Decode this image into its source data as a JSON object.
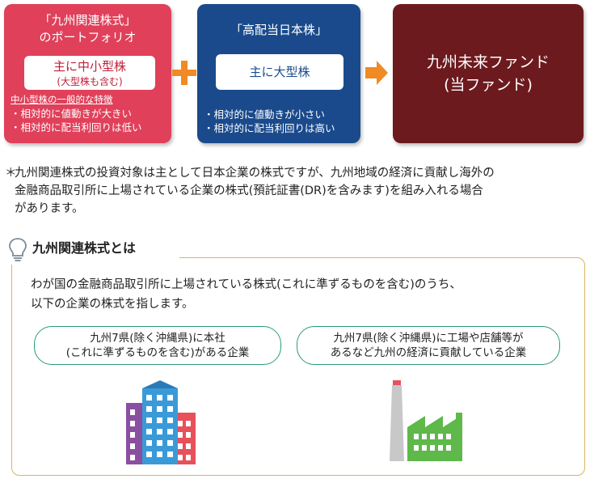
{
  "box_kyushu": {
    "title_line1": "「九州関連株式」",
    "title_line2": "のポートフォリオ",
    "inner_main": "主に中小型株",
    "inner_sub": "(大型株も含む)",
    "feature_heading": "中小型株の一般的な特徴",
    "feature_1": "・相対的に値動きが大きい",
    "feature_2": "・相対的に配当利回りは低い"
  },
  "box_highdiv": {
    "title": "「高配当日本株」",
    "inner_main": "主に大型株",
    "feature_1": "・相対的に値動きが小さい",
    "feature_2": "・相対的に配当利回りは高い"
  },
  "box_fund": {
    "title_line1": "九州未来ファンド",
    "title_line2": "(当ファンド)"
  },
  "note": {
    "star": "＊",
    "line1": "九州関連株式の投資対象は主として日本企業の株式ですが、九州地域の経済に貢献し海外の",
    "line2": "金融商品取引所に上場されている企業の株式(預託証書(DR)を含みます)を組み入れる場合",
    "line3": "があります。"
  },
  "section": {
    "title": "九州関連株式とは",
    "desc_line1": "わが国の金融商品取引所に上場されている株式(これに準ずるものを含む)のうち、",
    "desc_line2": "以下の企業の株式を指します。",
    "pill_left_line1": "九州7県(除く沖縄県)に本社",
    "pill_left_line2": "(これに準ずるものを含む)がある企業",
    "pill_right_line1": "九州7県(除く沖縄県)に工場や店舗等が",
    "pill_right_line2": "あるなど九州の経済に貢献している企業"
  },
  "colors": {
    "red": "#e0405a",
    "blue": "#1a4a8c",
    "dark_red": "#6d1a1e",
    "orange": "#f08a24",
    "teal": "#2a9a7a",
    "gold": "#d9b65a"
  }
}
